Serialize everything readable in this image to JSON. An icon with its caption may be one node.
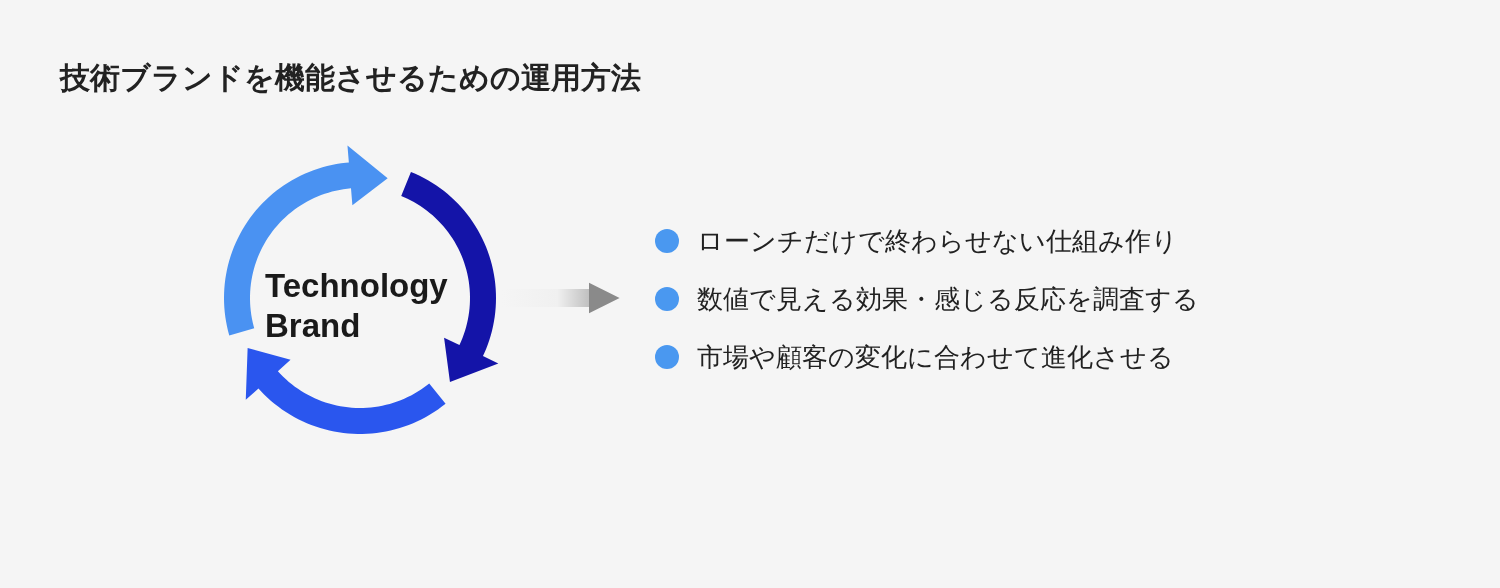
{
  "diagram": {
    "title": "技術ブランドを機能させるための運用方法",
    "nodes": [
      {
        "text": [
          "Technology Brand"
        ]
      },
      {
        "text": [
          "ローンチだけで終わらせない仕組み作り",
          "数値で見える効果・感じる反応を調査する",
          "市場や顧客の変化に合わせて進化させる"
        ]
      }
    ],
    "edges": [
      {
        "from": 0,
        "to": 1,
        "arrow": "to",
        "style": "thick",
        "color": "#8a8a8a"
      }
    ]
  }
}
